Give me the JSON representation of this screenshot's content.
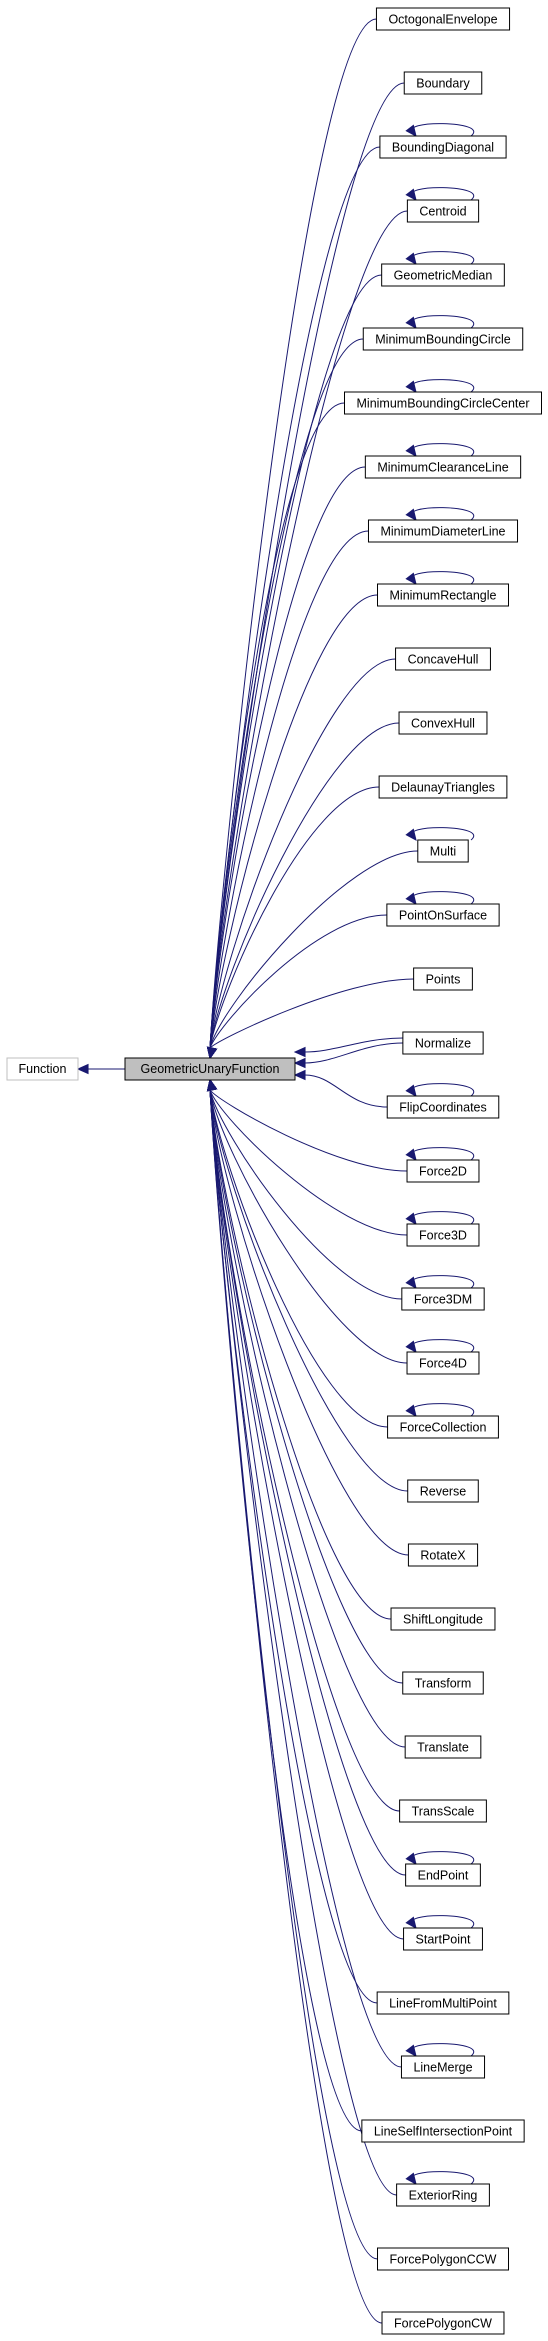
{
  "diagram": {
    "base_node": {
      "label": "Function"
    },
    "center_node": {
      "label": "GeometricUnaryFunction"
    },
    "colors": {
      "edge": "#191970",
      "center_fill": "#bfbfbf",
      "base_border": "#bfbfbf",
      "node_border": "#000000"
    },
    "children": [
      {
        "label": "OctogonalEnvelope",
        "self_loop": false
      },
      {
        "label": "Boundary",
        "self_loop": false
      },
      {
        "label": "BoundingDiagonal",
        "self_loop": true
      },
      {
        "label": "Centroid",
        "self_loop": true
      },
      {
        "label": "GeometricMedian",
        "self_loop": true
      },
      {
        "label": "MinimumBoundingCircle",
        "self_loop": true
      },
      {
        "label": "MinimumBoundingCircleCenter",
        "self_loop": true
      },
      {
        "label": "MinimumClearanceLine",
        "self_loop": true
      },
      {
        "label": "MinimumDiameterLine",
        "self_loop": true
      },
      {
        "label": "MinimumRectangle",
        "self_loop": true
      },
      {
        "label": "ConcaveHull",
        "self_loop": false
      },
      {
        "label": "ConvexHull",
        "self_loop": false
      },
      {
        "label": "DelaunayTriangles",
        "self_loop": false
      },
      {
        "label": "Multi",
        "self_loop": true
      },
      {
        "label": "PointOnSurface",
        "self_loop": true
      },
      {
        "label": "Points",
        "self_loop": false
      },
      {
        "label": "Normalize",
        "self_loop": false,
        "double_edge": true
      },
      {
        "label": "FlipCoordinates",
        "self_loop": true
      },
      {
        "label": "Force2D",
        "self_loop": true
      },
      {
        "label": "Force3D",
        "self_loop": true
      },
      {
        "label": "Force3DM",
        "self_loop": true
      },
      {
        "label": "Force4D",
        "self_loop": true
      },
      {
        "label": "ForceCollection",
        "self_loop": true
      },
      {
        "label": "Reverse",
        "self_loop": false
      },
      {
        "label": "RotateX",
        "self_loop": false
      },
      {
        "label": "ShiftLongitude",
        "self_loop": false
      },
      {
        "label": "Transform",
        "self_loop": false
      },
      {
        "label": "Translate",
        "self_loop": false
      },
      {
        "label": "TransScale",
        "self_loop": false
      },
      {
        "label": "EndPoint",
        "self_loop": true
      },
      {
        "label": "StartPoint",
        "self_loop": true
      },
      {
        "label": "LineFromMultiPoint",
        "self_loop": false
      },
      {
        "label": "LineMerge",
        "self_loop": true
      },
      {
        "label": "LineSelfIntersectionPoint",
        "self_loop": false
      },
      {
        "label": "ExteriorRing",
        "self_loop": true
      },
      {
        "label": "ForcePolygonCCW",
        "self_loop": false
      },
      {
        "label": "ForcePolygonCW",
        "self_loop": false
      }
    ]
  }
}
